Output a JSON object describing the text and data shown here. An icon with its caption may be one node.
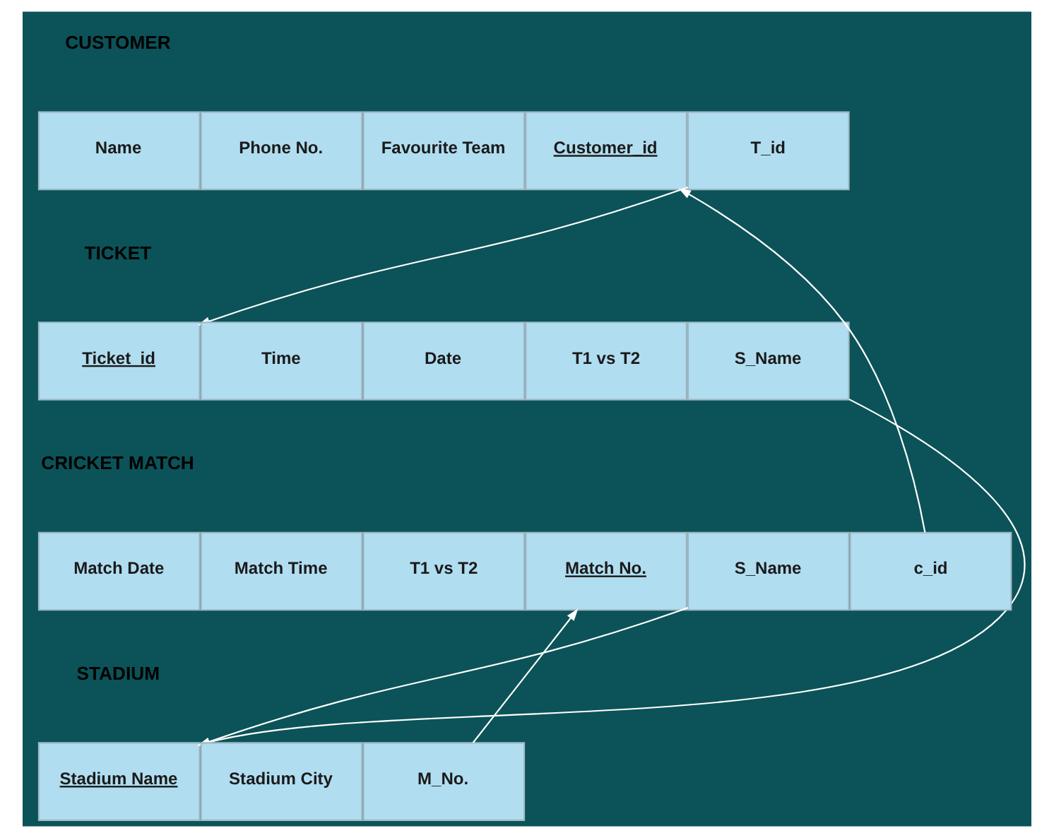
{
  "diagram": {
    "nodes": [
      {
        "text": [
          "Name"
        ]
      },
      {
        "text": [
          "Phone No."
        ]
      },
      {
        "text": [
          "Favourite Team"
        ]
      },
      {
        "text": [
          "Customer_id"
        ]
      },
      {
        "text": [
          "T_id"
        ]
      },
      {
        "text": [
          "Ticket_id"
        ]
      },
      {
        "text": [
          "Time"
        ]
      },
      {
        "text": [
          "Date"
        ]
      },
      {
        "text": [
          "T1 vs T2"
        ]
      },
      {
        "text": [
          "S_Name"
        ]
      },
      {
        "text": [
          "Match Date"
        ]
      },
      {
        "text": [
          "Match Time"
        ]
      },
      {
        "text": [
          "T1 vs T2"
        ]
      },
      {
        "text": [
          "Match No."
        ]
      },
      {
        "text": [
          "S_Name"
        ]
      },
      {
        "text": [
          "c_id"
        ]
      },
      {
        "text": [
          "Stadium Name"
        ]
      },
      {
        "text": [
          "Stadium City"
        ]
      },
      {
        "text": [
          "M_No."
        ]
      }
    ],
    "edges": [
      {
        "from": 4,
        "to": 5,
        "arrow": "to"
      },
      {
        "from": 9,
        "to": 16,
        "arrow": "to"
      },
      {
        "from": 15,
        "to": 3,
        "arrow": "to"
      },
      {
        "from": 14,
        "to": 16,
        "arrow": "to"
      },
      {
        "from": 18,
        "to": 13,
        "arrow": "to"
      }
    ],
    "labels": [
      "CUSTOMER",
      "TICKET",
      "CRICKET MATCH",
      "STADIUM"
    ]
  }
}
